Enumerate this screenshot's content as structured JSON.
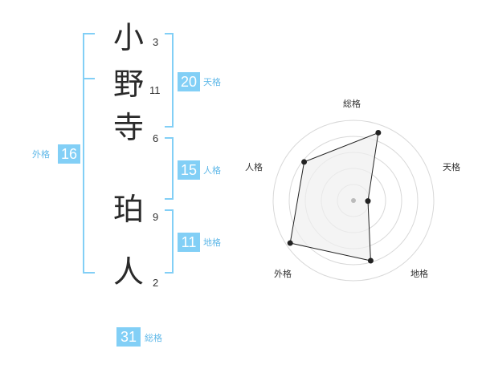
{
  "name": {
    "chars": [
      {
        "char": "小",
        "strokes": "3"
      },
      {
        "char": "野",
        "strokes": "11"
      },
      {
        "char": "寺",
        "strokes": "6"
      },
      {
        "char": "珀",
        "strokes": "9"
      },
      {
        "char": "人",
        "strokes": "2"
      }
    ]
  },
  "kakusu": {
    "tenkaku": {
      "value": "20",
      "label": "天格"
    },
    "jinkaku": {
      "value": "15",
      "label": "人格"
    },
    "chikaku": {
      "value": "11",
      "label": "地格"
    },
    "gaikaku": {
      "value": "16",
      "label": "外格"
    },
    "soukaku": {
      "value": "31",
      "label": "総格"
    }
  },
  "colors": {
    "accent": "#82cff6",
    "label": "#5fb8e8",
    "bracket": "#82cff6",
    "radar_fill": "#f0f0f0",
    "radar_grid": "#d8d8d8"
  },
  "chart_data": {
    "type": "radar",
    "axes": [
      "総格",
      "天格",
      "地格",
      "外格",
      "人格"
    ],
    "values": [
      0.9,
      0.18,
      0.78,
      0.95,
      0.78
    ],
    "rings": 5,
    "range": [
      0,
      1
    ]
  }
}
